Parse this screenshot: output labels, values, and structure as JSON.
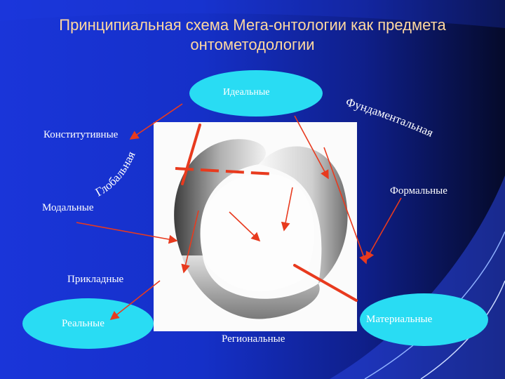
{
  "slide": {
    "title_line1": "Принципиальная схема Мега-онтологии как предмета",
    "title_line2": "онтометодологии"
  },
  "nodes": {
    "ideal": "Идеальные",
    "real": "Реальные",
    "material": "Материальные"
  },
  "labels": {
    "constitutive": "Конститутивные",
    "formal": "Формальные",
    "modal": "Модальные",
    "applied": "Прикладные",
    "regional": "Региональные",
    "global": "Глобальная",
    "fundamental": "Фундаментальная"
  },
  "colors": {
    "background_start": "#1a35d9",
    "background_end": "#050a2a",
    "title": "#ffd8a0",
    "ellipse": "#29dcf3",
    "arrow": "#e83a1e"
  }
}
